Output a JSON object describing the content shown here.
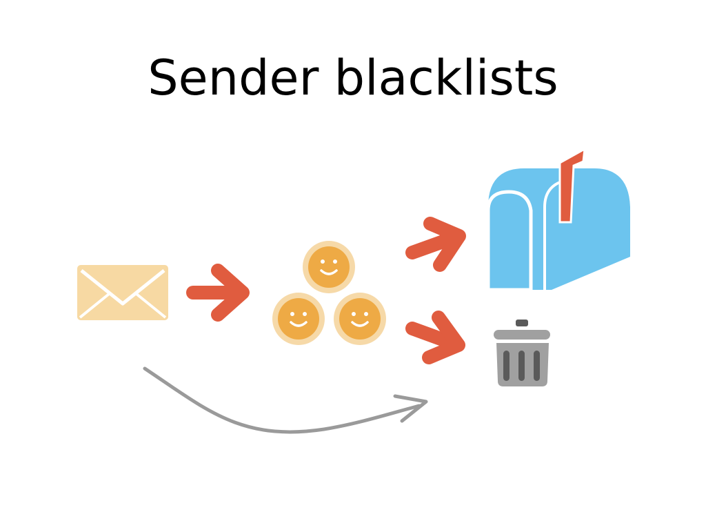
{
  "slide": {
    "title": "Sender blacklists"
  },
  "diagram": {
    "nodes": [
      {
        "id": "email",
        "icon": "envelope-icon"
      },
      {
        "id": "people",
        "icon": "people-group-icon"
      },
      {
        "id": "mailbox",
        "icon": "mailbox-icon"
      },
      {
        "id": "trash",
        "icon": "trash-can-icon"
      }
    ],
    "edges": [
      {
        "from": "email",
        "to": "people",
        "style": "red-arrow"
      },
      {
        "from": "people",
        "to": "mailbox",
        "style": "red-arrow"
      },
      {
        "from": "people",
        "to": "trash",
        "style": "red-arrow"
      },
      {
        "from": "email",
        "to": "trash",
        "style": "gray-curved-arrow"
      }
    ]
  },
  "colors": {
    "background": "#ffffff",
    "title": "#000000",
    "arrow_red": "#e05c3f",
    "arrow_gray": "#9a9a9a",
    "envelope": "#f7d9a3",
    "face_outer": "#f6d9a8",
    "face_inner": "#eeaa45",
    "mailbox_blue": "#6cc4ee",
    "mailbox_flag": "#e05c3f",
    "trash_gray": "#a0a0a0",
    "trash_dark": "#5a5a5a"
  }
}
